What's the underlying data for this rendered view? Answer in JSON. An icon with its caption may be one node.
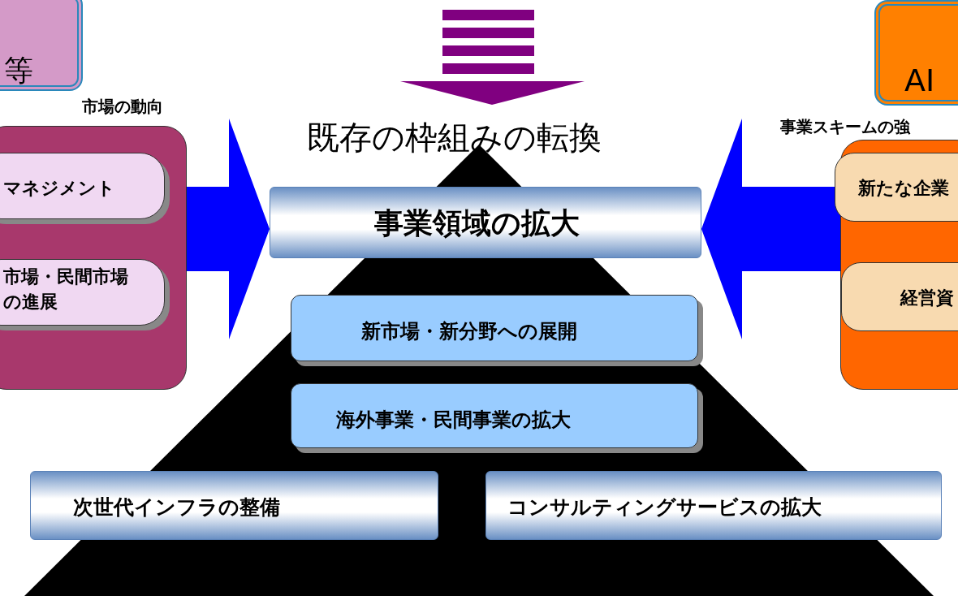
{
  "diagram": {
    "nodes": [
      {
        "text": [
          "市場の動向"
        ]
      },
      {
        "text": [
          "マネジメント"
        ],
        "in": 0
      },
      {
        "text": [
          "市場・民間市場の進展"
        ],
        "in": 0
      },
      {
        "text": [
          "等"
        ]
      },
      {
        "text": [
          "AI"
        ]
      },
      {
        "text": [
          "事業スキームの強"
        ]
      },
      {
        "text": [
          "新たな企業"
        ],
        "in": 5
      },
      {
        "text": [
          "経営資"
        ],
        "in": 5
      },
      {
        "text": [
          "事業領域の拡大"
        ]
      },
      {
        "text": [
          "新市場・新分野への展開"
        ]
      },
      {
        "text": [
          "海外事業・民間事業の拡大"
        ]
      },
      {
        "text": [
          "次世代インフラの整備"
        ]
      },
      {
        "text": [
          "コンサルティングサービスの拡大"
        ]
      }
    ],
    "edges": [
      {
        "from": 0,
        "to": 8,
        "arrow": "to"
      },
      {
        "from": 5,
        "to": 8,
        "arrow": "to"
      }
    ],
    "labels": [
      "既存の枠組みの転換"
    ]
  }
}
